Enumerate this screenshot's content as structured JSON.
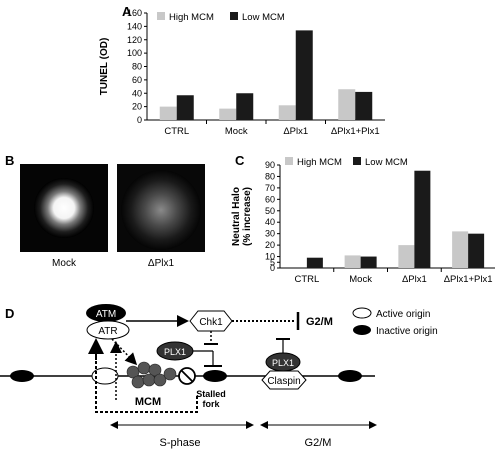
{
  "panels": {
    "a": "A",
    "b": "B",
    "c": "C",
    "d": "D"
  },
  "colors": {
    "high": "#c8c8c8",
    "low": "#1a1a1a"
  },
  "chart_data": [
    {
      "id": "A",
      "type": "bar",
      "categories": [
        "CTRL",
        "Mock",
        "ΔPlx1",
        "ΔPlx1+Plx1"
      ],
      "series": [
        {
          "name": "High MCM",
          "values": [
            20,
            17,
            22,
            46
          ]
        },
        {
          "name": "Low MCM",
          "values": [
            37,
            40,
            134,
            42
          ]
        }
      ],
      "ylabel": "TUNEL (OD)",
      "ylim": [
        0,
        160
      ],
      "yticks": [
        0,
        20,
        40,
        60,
        80,
        100,
        120,
        140,
        160
      ],
      "legend": "top"
    },
    {
      "id": "C",
      "type": "bar",
      "categories": [
        "CTRL",
        "Mock",
        "ΔPlx1",
        "ΔPlx1+Plx1"
      ],
      "series": [
        {
          "name": "High MCM",
          "values": [
            0,
            11,
            20,
            32
          ]
        },
        {
          "name": "Low MCM",
          "values": [
            9,
            10,
            85,
            30
          ]
        }
      ],
      "ylabel": "Neutral Halo\n(% increase)",
      "ylim": [
        0,
        90
      ],
      "yticks": [
        0,
        5,
        10,
        20,
        30,
        40,
        50,
        60,
        70,
        80,
        90
      ],
      "legend": "top"
    }
  ],
  "micrographs": [
    {
      "label": "Mock"
    },
    {
      "label": "ΔPlx1"
    }
  ],
  "diagram": {
    "atm": "ATM",
    "atr": "ATR",
    "chk1": "Chk1",
    "g2m_block": "G2/M",
    "plx1_left": "PLX1",
    "plx1_right": "PLX1",
    "claspin": "Claspin",
    "mcm": "MCM",
    "stalled_fork": "Stalled\nfork",
    "legend_active": "Active origin",
    "legend_inactive": "Inactive origin",
    "phase_s": "S-phase",
    "phase_g2m": "G2/M"
  }
}
